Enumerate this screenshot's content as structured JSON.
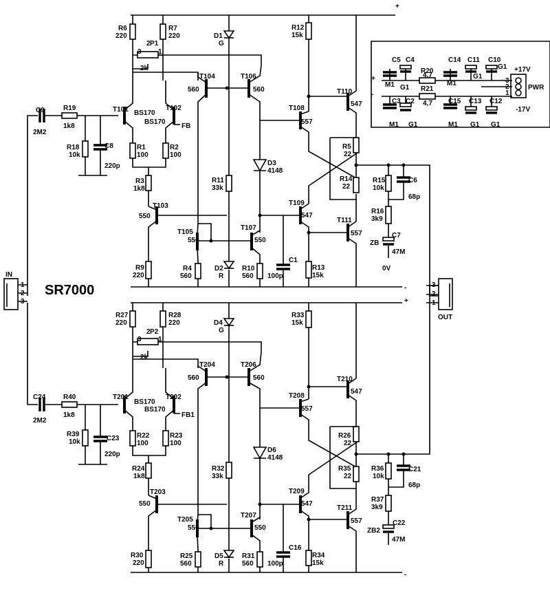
{
  "title": "SR7000",
  "connectors": {
    "in": {
      "label": "IN",
      "pins": [
        "1",
        "2",
        "3"
      ]
    },
    "out": {
      "label": "OUT",
      "pins": [
        "3",
        "2",
        "1"
      ]
    },
    "pwr": {
      "label": "PWR",
      "pins": [
        "3",
        "2",
        "1"
      ],
      "plus": "+17V",
      "minus": "-17V"
    }
  },
  "rails": {
    "plus": "+",
    "minus": "-"
  },
  "ch1": {
    "C9": "C9",
    "C9v": "2M2",
    "R19": "R19",
    "R19v": "1k8",
    "R18": "R18",
    "R18v": "10k",
    "C8": "C8",
    "C8v": "220p",
    "T101": "T101",
    "T101t": "BS170",
    "T102": "T102",
    "T102t": "BS170",
    "FB": "FB",
    "R1": "R1",
    "R1v": "100",
    "R2": "R2",
    "R2v": "100",
    "R6": "R6",
    "R6v": "220",
    "R7": "R7",
    "R7v": "220",
    "P1": "P1",
    "P1v": "2k",
    "R3": "R3",
    "R3v": "1k8",
    "T103": "T103",
    "T103t": "550",
    "R9": "R9",
    "R9v": "220",
    "T104": "T104",
    "T104t": "560",
    "T105": "T105",
    "T105t": "550",
    "R4": "R4",
    "R4v": "560",
    "T106": "T106",
    "T106t": "560",
    "T107": "T107",
    "T107t": "550",
    "D1": "D1",
    "D1v": "G",
    "D2": "D2",
    "D2v": "R",
    "R11": "R11",
    "R11v": "33k",
    "R10": "R10",
    "R10v": "560",
    "C1": "C1",
    "C1v": "100p",
    "D3": "D3",
    "D3v": "4148",
    "R12": "R12",
    "R12v": "15k",
    "T108": "T108",
    "T108t": "557",
    "T109": "T109",
    "T109t": "547",
    "R13": "R13",
    "R13v": "15k",
    "T110": "T110",
    "T110t": "547",
    "T111": "T111",
    "T111t": "557",
    "R5": "R5",
    "R5v": "22",
    "R14": "R14",
    "R14v": "22",
    "R15": "R15",
    "R15v": "10k",
    "C6": "C6",
    "C6v": "68p",
    "R16": "R16",
    "R16v": "3k9",
    "C7": "C7",
    "C7v": "47M",
    "ZB": "ZB",
    "zero": "0V",
    "pin1": "1",
    "pin2": "2",
    "pin3": "3"
  },
  "ch2": {
    "C24": "C24",
    "C24v": "2M2",
    "R40": "R40",
    "R40v": "1k8",
    "R39": "R39",
    "R39v": "10k",
    "C23": "C23",
    "C23v": "220p",
    "T201": "T201",
    "T201t": "BS170",
    "T202": "T202",
    "T202t": "BS170",
    "FB1": "FB1",
    "R22": "R22",
    "R22v": "100",
    "R23": "R23",
    "R23v": "100",
    "R27": "R27",
    "R27v": "220",
    "R28": "R28",
    "R28v": "220",
    "P2": "P2",
    "P2v": "2k",
    "R24": "R24",
    "R24v": "1k8",
    "T203": "T203",
    "T203t": "550",
    "R30": "R30",
    "R30v": "220",
    "T204": "T204",
    "T204t": "560",
    "T205": "T205",
    "T205t": "550",
    "R25": "R25",
    "R25v": "560",
    "T206": "T206",
    "T206t": "560",
    "T207": "T207",
    "T207t": "550",
    "D4": "D4",
    "D4v": "G",
    "D5": "D5",
    "D5v": "R",
    "R32": "R32",
    "R32v": "33k",
    "R31": "R31",
    "R31v": "560",
    "C16": "C16",
    "C16v": "100p",
    "D6": "D6",
    "D6v": "4148",
    "R33": "R33",
    "R33v": "15k",
    "T208": "T208",
    "T208t": "557",
    "T209": "T209",
    "T209t": "547",
    "R34": "R34",
    "R34v": "15k",
    "T210": "T210",
    "T210t": "547",
    "T211": "T211",
    "T211t": "557",
    "R26": "R26",
    "R26v": "22",
    "R35": "R35",
    "R35v": "22",
    "R36": "R36",
    "R36v": "10k",
    "C21": "C21",
    "C21v": "68p",
    "R37": "R37",
    "R37v": "3k9",
    "C22": "C22",
    "C22v": "47M",
    "ZB2": "ZB2",
    "pin1": "1",
    "pin2": "2",
    "pin3": "3"
  },
  "psu": {
    "C5": "C5",
    "C5v": "M1",
    "C4": "C4",
    "C4v": "G1",
    "R20": "R20",
    "R20v": "4,7",
    "C14": "C14",
    "C14v": "M1",
    "C11": "C11",
    "C11v": "G1",
    "C10": "C10",
    "C10v": "G1",
    "C3": "C3",
    "C3v": "M1",
    "C2": "C2",
    "C2v": "G1",
    "R21": "R21",
    "R21v": "4,7",
    "C15": "C15",
    "C15v": "M1",
    "C13": "C13",
    "C13v": "G1",
    "C12": "C12",
    "C12v": "G1"
  }
}
